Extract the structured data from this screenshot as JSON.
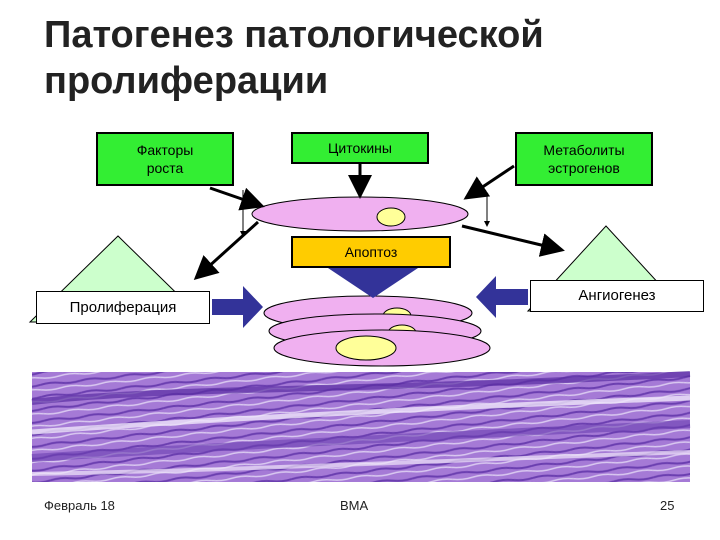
{
  "slide": {
    "title_line1": "Патогенез патологической",
    "title_line2": "пролиферации"
  },
  "boxes": {
    "growth_factors_line1": "Факторы",
    "growth_factors_line2": "роста",
    "cytokines": "Цитокины",
    "estrogen_metabolites_line1": "Метаболиты",
    "estrogen_metabolites_line2": "эстрогенов",
    "apoptosis": "Апоптоз",
    "proliferation": "Пролиферация",
    "angiogenesis": "Ангиогенез"
  },
  "footer": {
    "date": "Февраль 18",
    "center": "ВМА",
    "page_number": "25"
  },
  "colors": {
    "green_box": "#33ee33",
    "apoptosis_box": "#ffcc00",
    "cell_fill": "#f0b0f0",
    "nucleus_fill": "#ffff99",
    "triangle_fill": "#ccffcc",
    "arrow_blue": "#333399",
    "tissue_purple": "#9966cc"
  }
}
